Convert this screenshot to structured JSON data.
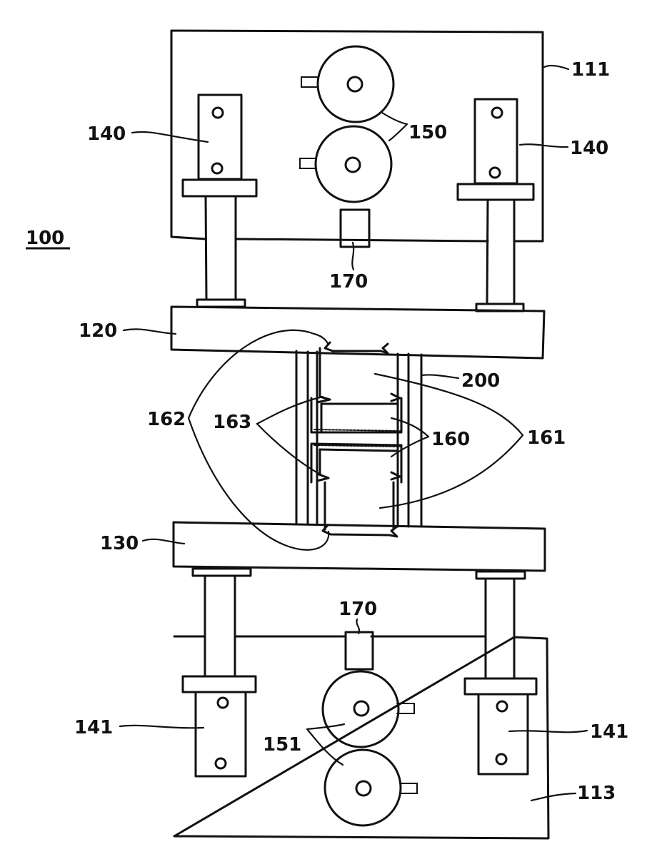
{
  "figure": {
    "labels": {
      "assembly": "100",
      "upper_frame": "111",
      "lower_frame": "113",
      "upper_plate": "120",
      "lower_plate": "130",
      "upper_actuator_left": "140",
      "upper_actuator_right": "140",
      "lower_actuator_left": "141",
      "lower_actuator_right": "141",
      "upper_rollers": "150",
      "lower_rollers": "151",
      "upper_sensor": "170",
      "lower_sensor": "170",
      "workpiece": "200",
      "dies": "160",
      "die_holders": "161",
      "mounts": "162",
      "inserts": "163"
    }
  }
}
